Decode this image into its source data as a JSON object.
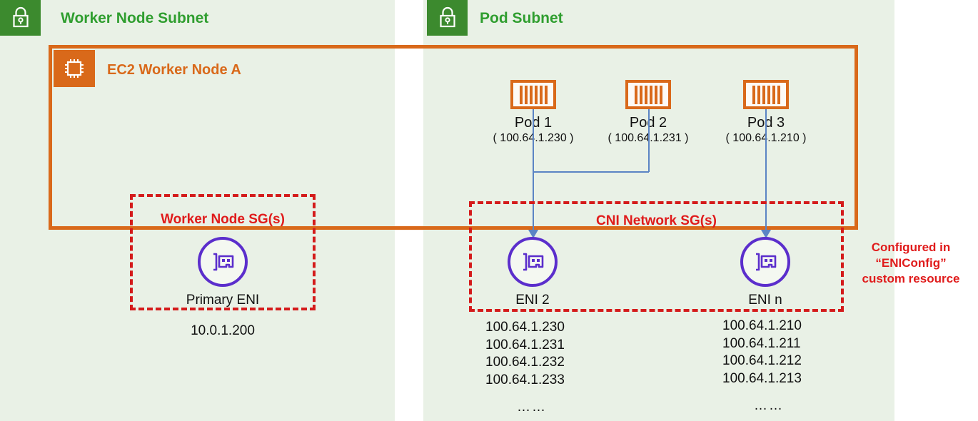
{
  "diagram": {
    "colors": {
      "subnet_panel_bg": "#e9f1e6",
      "subnet_title_green": "#2f9e2f",
      "lock_badge_green": "#3c8a2e",
      "ec2_orange": "#d9691a",
      "security_group_red": "#e01b1b",
      "eni_purple": "#5b2ecc",
      "connector_blue": "#5b84c4",
      "text_black": "#111111"
    },
    "subnets": [
      {
        "id": "worker-node-subnet",
        "title": "Worker Node Subnet",
        "lock_icon": "lock-icon"
      },
      {
        "id": "pod-subnet",
        "title": "Pod Subnet",
        "lock_icon": "lock-icon"
      }
    ],
    "ec2_node": {
      "title": "EC2 Worker Node A",
      "icon": "cpu-chip-icon"
    },
    "security_groups": [
      {
        "id": "worker-node-sg",
        "label": "Worker Node SG(s)"
      },
      {
        "id": "cni-network-sg",
        "label": "CNI Network SG(s)"
      }
    ],
    "pods": [
      {
        "name": "Pod 1",
        "ip": "( 100.64.1.230 )",
        "icon": "pod-container-icon"
      },
      {
        "name": "Pod 2",
        "ip": "( 100.64.1.231 )",
        "icon": "pod-container-icon"
      },
      {
        "name": "Pod 3",
        "ip": "( 100.64.1.210 )",
        "icon": "pod-container-icon"
      }
    ],
    "enis": [
      {
        "id": "primary-eni",
        "name": "Primary ENI",
        "icon": "network-interface-icon",
        "addresses": [
          "10.0.1.200"
        ],
        "has_ellipsis": false,
        "ellipsis": ""
      },
      {
        "id": "eni-2",
        "name": "ENI 2",
        "icon": "network-interface-icon",
        "addresses": [
          "100.64.1.230",
          "100.64.1.231",
          "100.64.1.232",
          "100.64.1.233"
        ],
        "has_ellipsis": true,
        "ellipsis": "……"
      },
      {
        "id": "eni-n",
        "name": "ENI n",
        "icon": "network-interface-icon",
        "addresses": [
          "100.64.1.210",
          "100.64.1.211",
          "100.64.1.212",
          "100.64.1.213"
        ],
        "has_ellipsis": true,
        "ellipsis": "……"
      }
    ],
    "annotation": {
      "line1": "Configured in",
      "line2": "“ENIConfig”",
      "line3": "custom resource"
    }
  }
}
